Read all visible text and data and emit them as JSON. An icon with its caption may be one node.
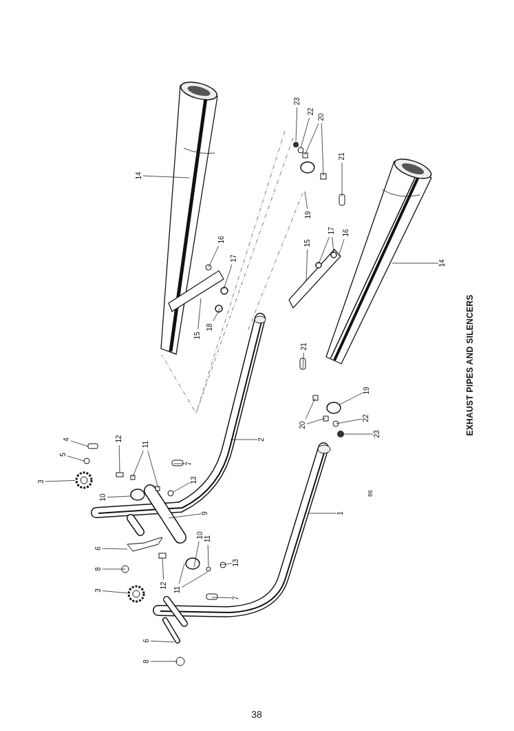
{
  "diagram": {
    "title": "EXHAUST PIPES AND SILENCERS",
    "nodes": [
      {
        "text": [
          "23"
        ]
      },
      {
        "text": [
          "22"
        ]
      },
      {
        "text": [
          "20"
        ]
      },
      {
        "text": [
          "21"
        ]
      },
      {
        "text": [
          "14"
        ]
      },
      {
        "text": [
          "19"
        ]
      },
      {
        "text": [
          "17"
        ]
      },
      {
        "text": [
          "16"
        ]
      },
      {
        "text": [
          "16"
        ]
      },
      {
        "text": [
          "15"
        ]
      },
      {
        "text": [
          "17"
        ]
      },
      {
        "text": [
          "14"
        ]
      },
      {
        "text": [
          "18"
        ]
      },
      {
        "text": [
          "15"
        ]
      },
      {
        "text": [
          "21"
        ]
      },
      {
        "text": [
          "19"
        ]
      },
      {
        "text": [
          "20"
        ]
      },
      {
        "text": [
          "22"
        ]
      },
      {
        "text": [
          "23"
        ]
      },
      {
        "text": [
          "3"
        ]
      },
      {
        "text": [
          "12"
        ]
      },
      {
        "text": [
          "11"
        ]
      },
      {
        "text": [
          "2"
        ]
      },
      {
        "text": [
          "4"
        ]
      },
      {
        "text": [
          "7"
        ]
      },
      {
        "text": [
          "5"
        ]
      },
      {
        "text": [
          "13"
        ]
      },
      {
        "text": [
          "10"
        ]
      },
      {
        "text": [
          "9"
        ]
      },
      {
        "text": [
          "1"
        ]
      },
      {
        "text": [
          "6"
        ]
      },
      {
        "text": [
          "10"
        ]
      },
      {
        "text": [
          "11"
        ]
      },
      {
        "text": [
          "13"
        ]
      },
      {
        "text": [
          "8"
        ]
      },
      {
        "text": [
          "12"
        ]
      },
      {
        "text": [
          "11"
        ]
      },
      {
        "text": [
          "3"
        ]
      },
      {
        "text": [
          "7"
        ]
      },
      {
        "text": [
          "6"
        ]
      },
      {
        "text": [
          "8"
        ]
      },
      {
        "text": [],
        "shape": "picture"
      },
      {
        "text": [],
        "shape": "picture"
      }
    ],
    "edges": [
      {
        "from": 0,
        "to": null,
        "arrow": "none"
      },
      {
        "from": 1,
        "to": null,
        "arrow": "none"
      },
      {
        "from": 2,
        "to": null,
        "arrow": "none"
      },
      {
        "from": 2,
        "to": null,
        "arrow": "none"
      },
      {
        "from": 3,
        "to": null,
        "arrow": "none"
      },
      {
        "from": 4,
        "to": null,
        "arrow": "none"
      },
      {
        "from": 5,
        "to": null,
        "arrow": "none"
      },
      {
        "from": 6,
        "to": null,
        "arrow": "none"
      },
      {
        "from": 6,
        "to": null,
        "arrow": "none"
      },
      {
        "from": 7,
        "to": null,
        "arrow": "none"
      },
      {
        "from": 8,
        "to": null,
        "arrow": "none"
      },
      {
        "from": 9,
        "to": null,
        "arrow": "none"
      },
      {
        "from": 10,
        "to": null,
        "arrow": "none"
      },
      {
        "from": 11,
        "to": null,
        "arrow": "none"
      },
      {
        "from": 12,
        "to": null,
        "arrow": "none"
      },
      {
        "from": 13,
        "to": null,
        "arrow": "none"
      },
      {
        "from": 14,
        "to": null,
        "arrow": "none"
      },
      {
        "from": 15,
        "to": null,
        "arrow": "none"
      },
      {
        "from": 16,
        "to": null,
        "arrow": "none"
      },
      {
        "from": 16,
        "to": null,
        "arrow": "none"
      },
      {
        "from": 17,
        "to": null,
        "arrow": "none"
      },
      {
        "from": 18,
        "to": null,
        "arrow": "none"
      },
      {
        "from": 19,
        "to": 41,
        "arrow": "none"
      },
      {
        "from": 20,
        "to": null,
        "arrow": "none"
      },
      {
        "from": 21,
        "to": null,
        "arrow": "none"
      },
      {
        "from": 21,
        "to": null,
        "arrow": "none"
      },
      {
        "from": 22,
        "to": null,
        "arrow": "none"
      },
      {
        "from": 23,
        "to": null,
        "arrow": "none"
      },
      {
        "from": 24,
        "to": null,
        "arrow": "none"
      },
      {
        "from": 25,
        "to": null,
        "arrow": "none"
      },
      {
        "from": 26,
        "to": null,
        "arrow": "none"
      },
      {
        "from": 27,
        "to": null,
        "arrow": "none"
      },
      {
        "from": 28,
        "to": null,
        "arrow": "none"
      },
      {
        "from": 29,
        "to": null,
        "arrow": "none"
      },
      {
        "from": 30,
        "to": null,
        "arrow": "none"
      },
      {
        "from": 31,
        "to": null,
        "arrow": "none"
      },
      {
        "from": 32,
        "to": null,
        "arrow": "none"
      },
      {
        "from": 33,
        "to": null,
        "arrow": "none"
      },
      {
        "from": 34,
        "to": null,
        "arrow": "none"
      },
      {
        "from": 35,
        "to": null,
        "arrow": "none"
      },
      {
        "from": 36,
        "to": null,
        "arrow": "none"
      },
      {
        "from": 36,
        "to": null,
        "arrow": "none"
      },
      {
        "from": 37,
        "to": 42,
        "arrow": "none"
      },
      {
        "from": 38,
        "to": null,
        "arrow": "none"
      },
      {
        "from": 39,
        "to": null,
        "arrow": "none"
      },
      {
        "from": 40,
        "to": null,
        "arrow": "none"
      }
    ],
    "labels": [
      "86",
      "38"
    ]
  }
}
